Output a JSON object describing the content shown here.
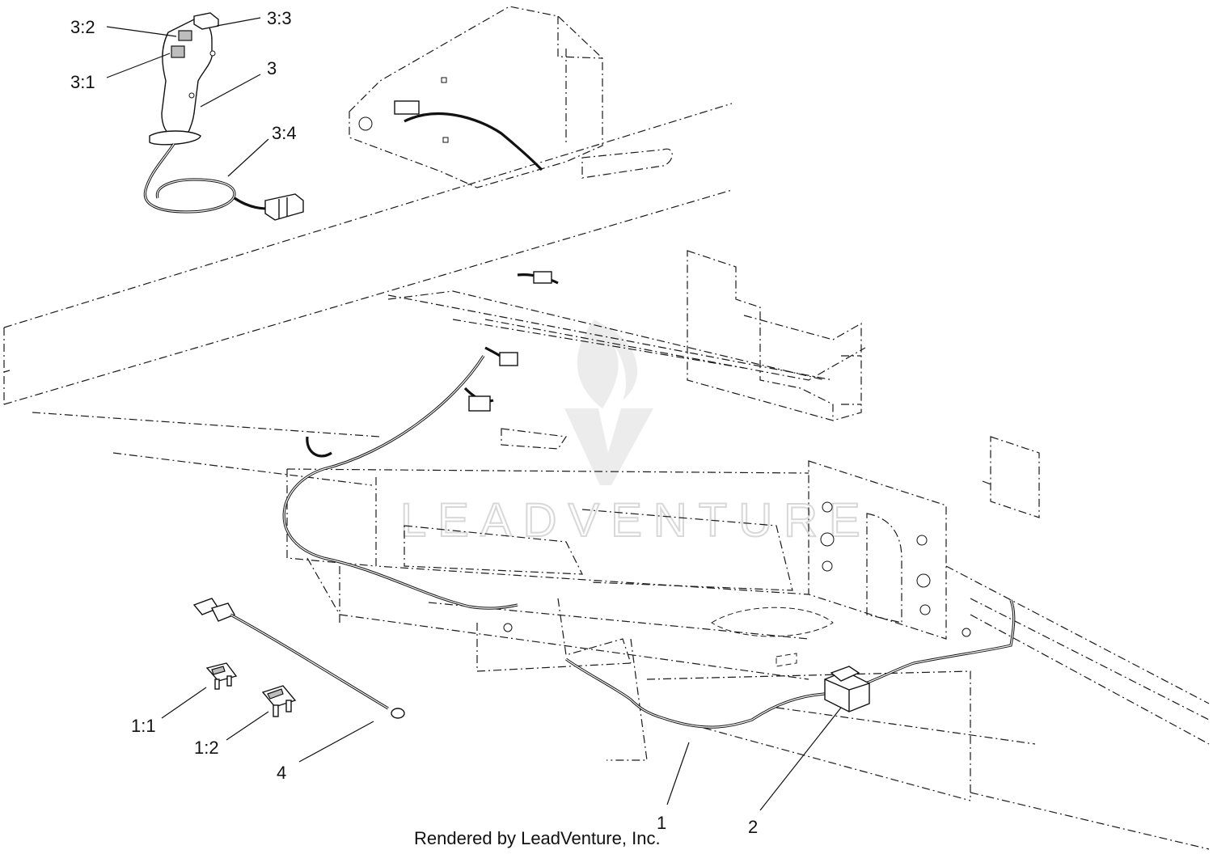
{
  "callouts": {
    "c3_2": "3:2",
    "c3_3": "3:3",
    "c3_1": "3:1",
    "c3": "3",
    "c3_4": "3:4",
    "c1_1": "1:1",
    "c1_2": "1:2",
    "c4": "4",
    "c1": "1",
    "c2": "2"
  },
  "watermark": "LEADVENTURE",
  "footer": "Rendered by LeadVenture, Inc."
}
